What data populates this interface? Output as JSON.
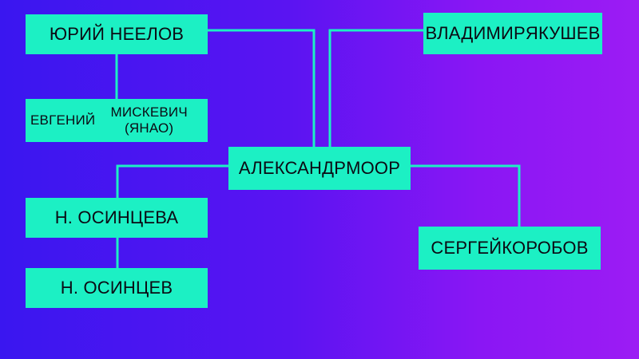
{
  "colors": {
    "background_left": "#3a16f0",
    "background_right": "#9c1cf4",
    "node_fill": "#1cf0c4",
    "connector": "#1cf0c4",
    "node_text": "#0b0b14"
  },
  "nodes": {
    "neelov": {
      "line1": "ЮРИЙ НЕЕЛОВ",
      "line2": ""
    },
    "yakushev": {
      "line1": "ВЛАДИМИР",
      "line2": "ЯКУШЕВ"
    },
    "miskevich": {
      "line1": "ЕВГЕНИЙ",
      "line2": "МИСКЕВИЧ (ЯНАО)"
    },
    "moor": {
      "line1": "АЛЕКСАНДР",
      "line2": "МООР"
    },
    "osintseva": {
      "line1": "Н. ОСИНЦЕВА",
      "line2": ""
    },
    "osintsev": {
      "line1": "Н. ОСИНЦЕВ",
      "line2": ""
    },
    "korobov": {
      "line1": "СЕРГЕЙ",
      "line2": "КОРОБОВ"
    }
  }
}
